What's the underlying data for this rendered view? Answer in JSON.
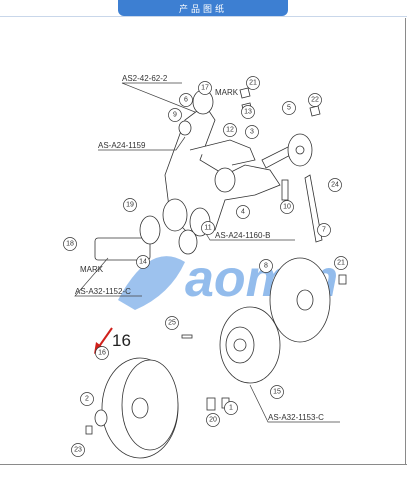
{
  "header": {
    "title": "产品图纸"
  },
  "labels": {
    "as2_42_62_2": "AS2-42-62-2",
    "as_a24_1159": "AS-A24-1159",
    "as_a24_1160_b": "AS-A24-1160-B",
    "as_a32_1152_c": "AS-A32-1152-C",
    "as_a32_1153_c": "AS-A32-1153-C",
    "mark1": "MARK",
    "mark2": "MARK",
    "callout16": "16"
  },
  "watermark": {
    "text": "aomm"
  },
  "part_numbers": [
    "1",
    "2",
    "3",
    "4",
    "5",
    "6",
    "7",
    "8",
    "9",
    "10",
    "11",
    "12",
    "13",
    "14",
    "15",
    "16",
    "17",
    "18",
    "19",
    "20",
    "21",
    "21",
    "22",
    "23",
    "24",
    "25"
  ],
  "colors": {
    "header": "#3d7fd2",
    "watermark": "#3c86dd",
    "arrow": "#d0201b"
  }
}
